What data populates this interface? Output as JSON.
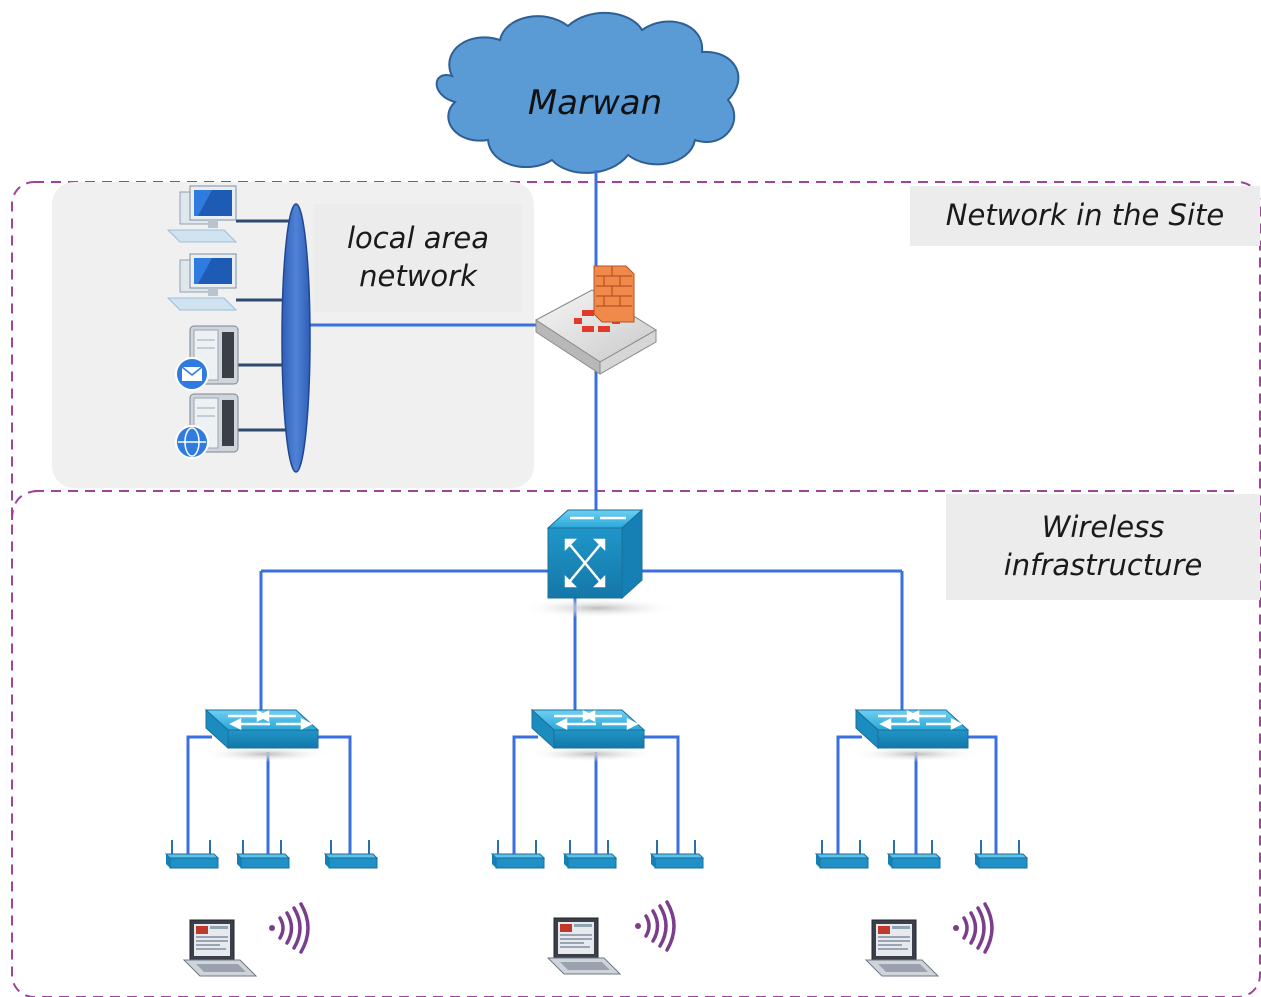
{
  "labels": {
    "cloud": "Marwan",
    "lan_line1": "local area",
    "lan_line2": "network",
    "site": "Network in the Site",
    "wireless_line1": "Wireless",
    "wireless_line2": "infrastructure"
  },
  "colors": {
    "link": "#3b6fe0",
    "cloud": "#5b9bd5",
    "zone_border": "#a0439a",
    "lan_panel": "#f0f0f0",
    "label_bg": "#ececec",
    "switch": "#2aa7d8",
    "wifi": "#7a3e8a"
  },
  "icons": [
    "cloud",
    "firewall-icon",
    "core-switch-icon",
    "switch-icon",
    "access-point-icon",
    "laptop-icon",
    "wifi-signal-icon",
    "workstation-icon",
    "mail-server-icon",
    "web-server-icon"
  ]
}
